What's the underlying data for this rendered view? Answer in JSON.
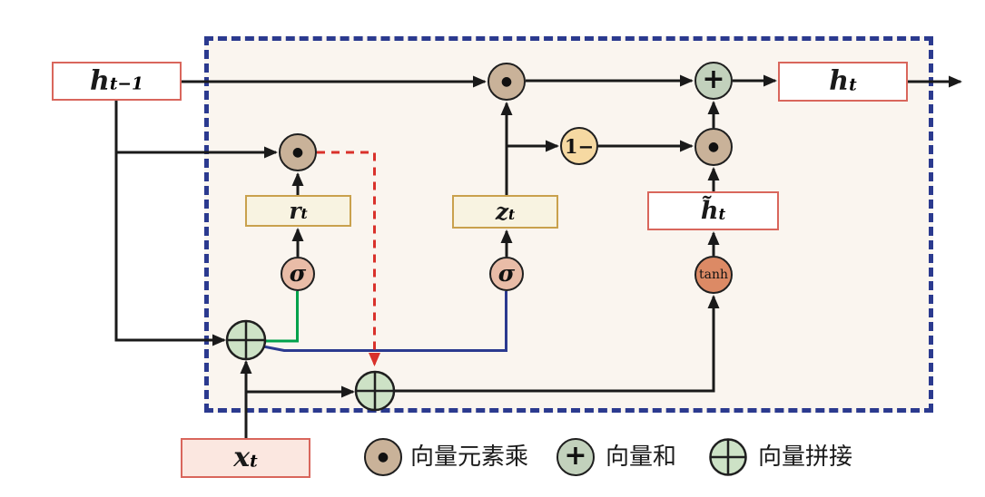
{
  "nodes": {
    "h_prev": {
      "main": "h",
      "sub": "t−1"
    },
    "h_t": {
      "main": "h",
      "sub": "t"
    },
    "h_tilde": {
      "main": "h̃",
      "sub": "t"
    },
    "x_t": {
      "main": "x",
      "sub": "t"
    },
    "r_t": {
      "main": "r",
      "sub": "t"
    },
    "z_t": {
      "main": "z",
      "sub": "t"
    }
  },
  "operators": {
    "dot": "●",
    "plus": "+",
    "one_minus": "1−",
    "sigma": "σ",
    "tanh": "tanh"
  },
  "legend": {
    "items": [
      {
        "symbol": "elementwise-multiply",
        "label": "向量元素乘"
      },
      {
        "symbol": "vector-sum",
        "label": "向量和"
      },
      {
        "symbol": "vector-concat",
        "label": "向量拼接"
      }
    ]
  },
  "colors": {
    "cell_background": "#faf5ef",
    "cell_border_navy": "#2b3a8f",
    "state_box_border_red": "#d9665c",
    "gate_box_border_gold": "#c9a14d",
    "gate_box_fill": "#f8f3e1",
    "x_box_fill": "#fbe7e0",
    "multiply_circle": "#c9b299",
    "sum_circle": "#c2d1bc",
    "concat_circle": "#cde2c6",
    "one_minus_circle": "#f6d9a2",
    "sigma_circle": "#e9bca7",
    "tanh_circle": "#dc8a65",
    "wire_black": "#1a1a1a",
    "wire_green": "#00a14b",
    "wire_blue": "#2b3a8f",
    "wire_red_dashed": "#d9312b"
  }
}
